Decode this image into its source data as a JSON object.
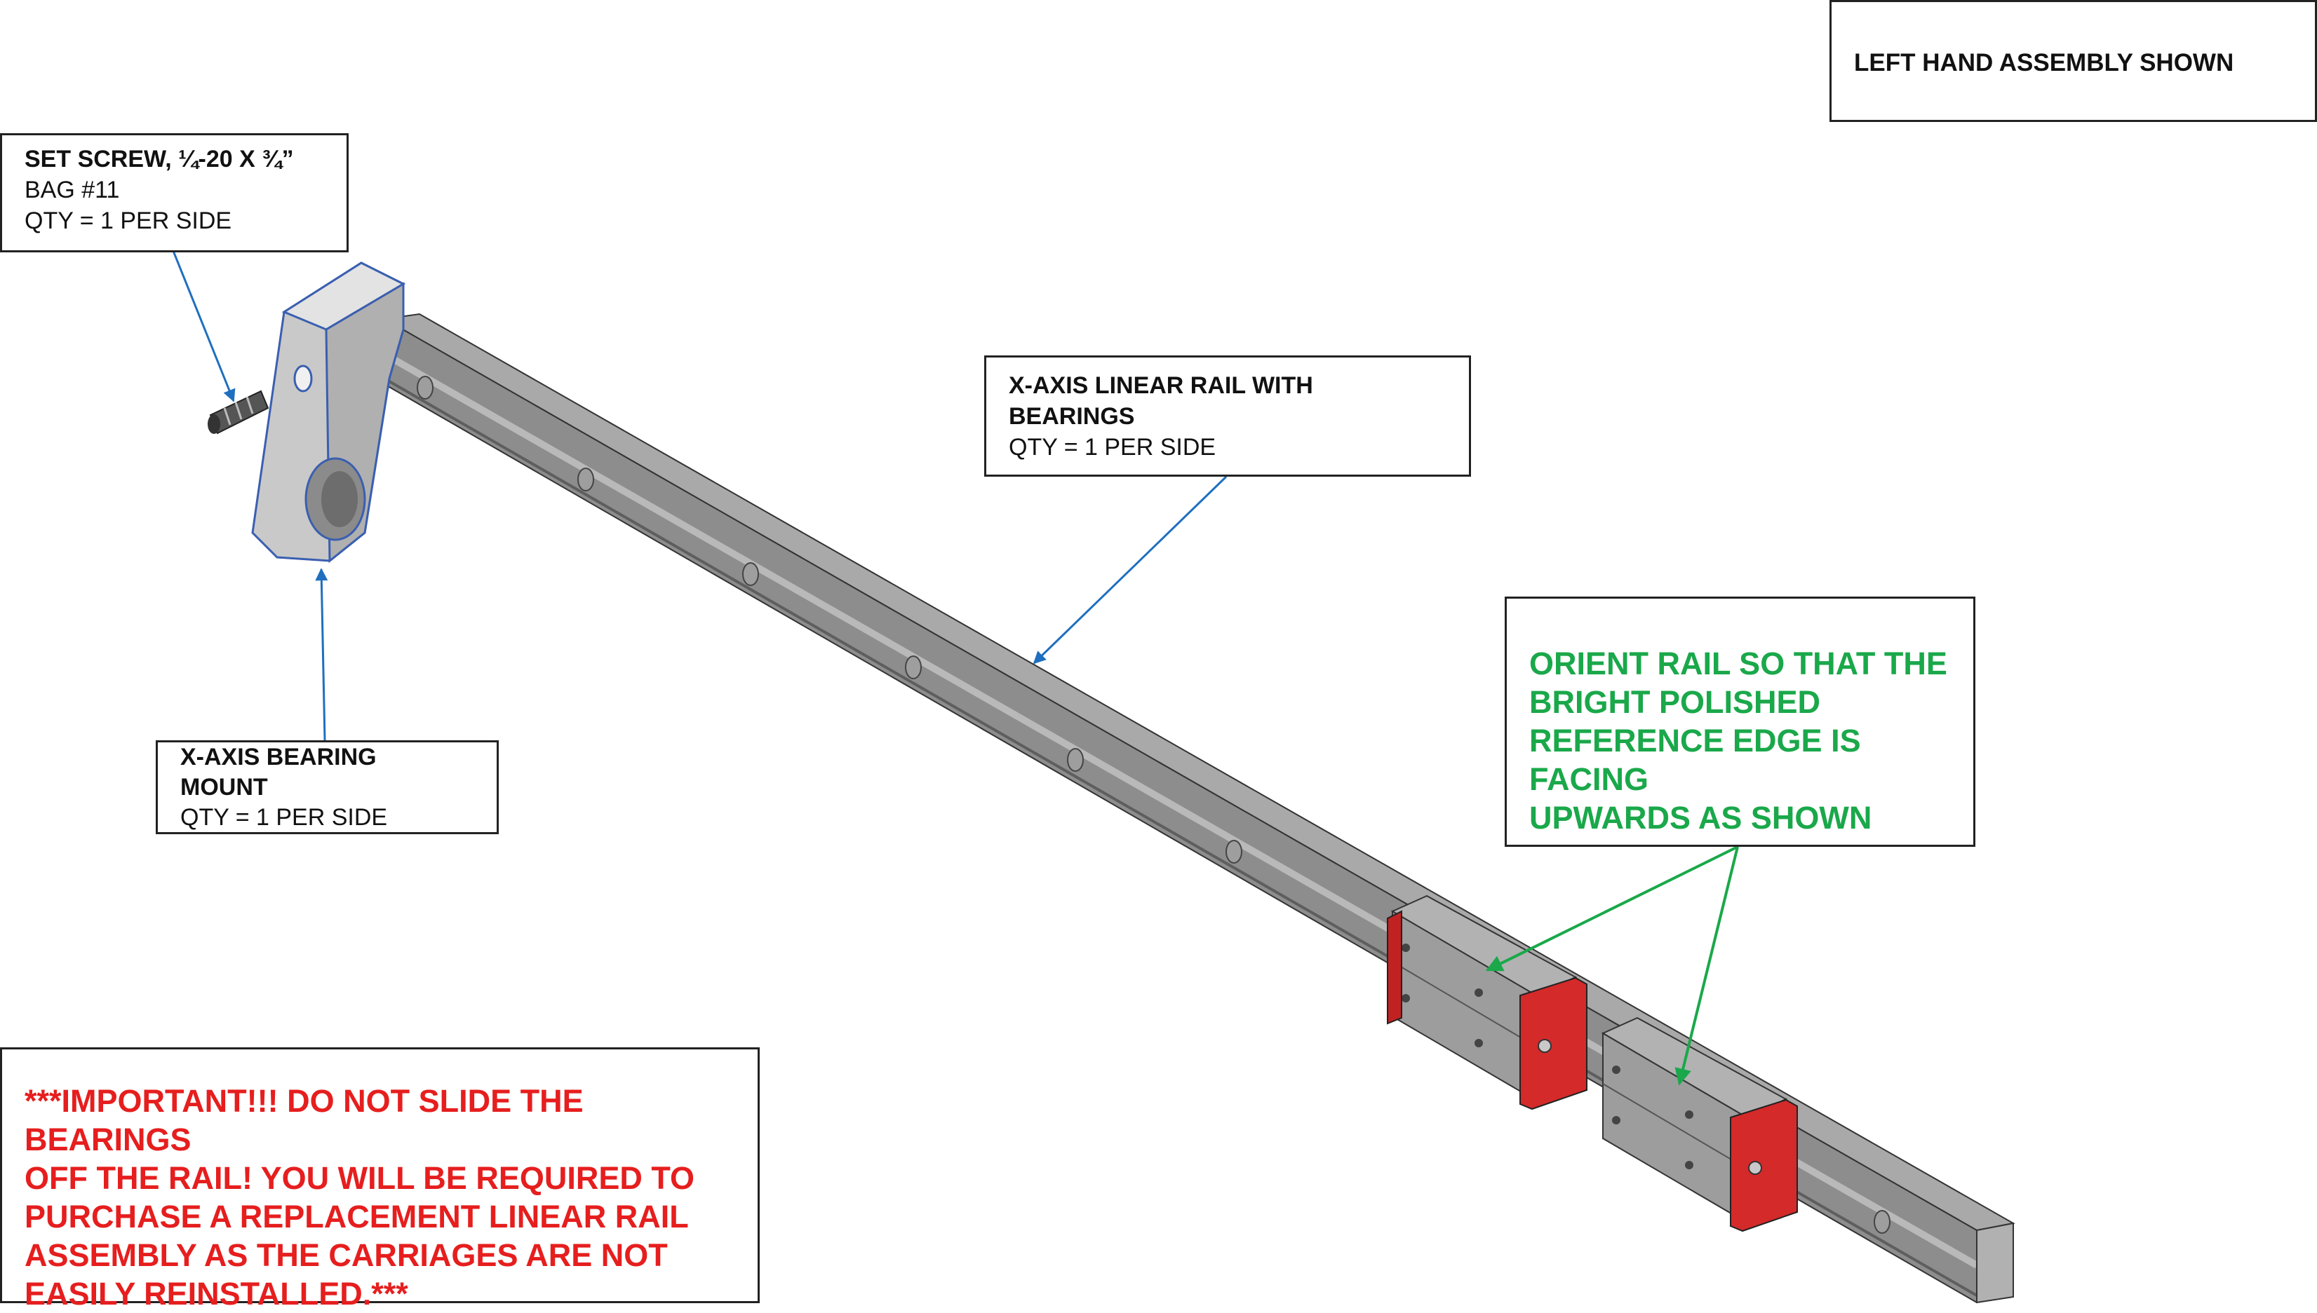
{
  "header_note": {
    "text": "LEFT HAND ASSEMBLY SHOWN"
  },
  "callouts": {
    "set_screw": {
      "title": "SET SCREW, ¼-20 X ¾”",
      "bag": "BAG #11",
      "qty": "QTY = 1 PER SIDE"
    },
    "linear_rail": {
      "title_line1": "X-AXIS LINEAR RAIL WITH",
      "title_line2": "BEARINGS",
      "qty": "QTY = 1 PER SIDE"
    },
    "bearing_mount": {
      "title_line1": "X-AXIS BEARING",
      "title_line2": "MOUNT",
      "qty": "QTY = 1 PER SIDE"
    }
  },
  "orient_note": {
    "lines": [
      "ORIENT RAIL SO THAT THE",
      "BRIGHT POLISHED",
      "REFERENCE EDGE IS FACING",
      "UPWARDS AS SHOWN"
    ],
    "color": "#1aa84a"
  },
  "important_note": {
    "lines": [
      "***IMPORTANT!!! DO NOT SLIDE THE BEARINGS",
      "OFF THE RAIL! YOU WILL BE REQUIRED TO",
      "PURCHASE A REPLACEMENT LINEAR RAIL",
      "ASSEMBLY AS THE CARRIAGES ARE NOT",
      "EASILY REINSTALLED.***"
    ],
    "color": "#e61e1e"
  },
  "colors": {
    "leader_blue": "#1f6fbf",
    "leader_green": "#1aa84a",
    "rail_gray": "#8a8a8a",
    "block_red": "#d42a2a",
    "mount_blue_edge": "#3a5fb0"
  }
}
